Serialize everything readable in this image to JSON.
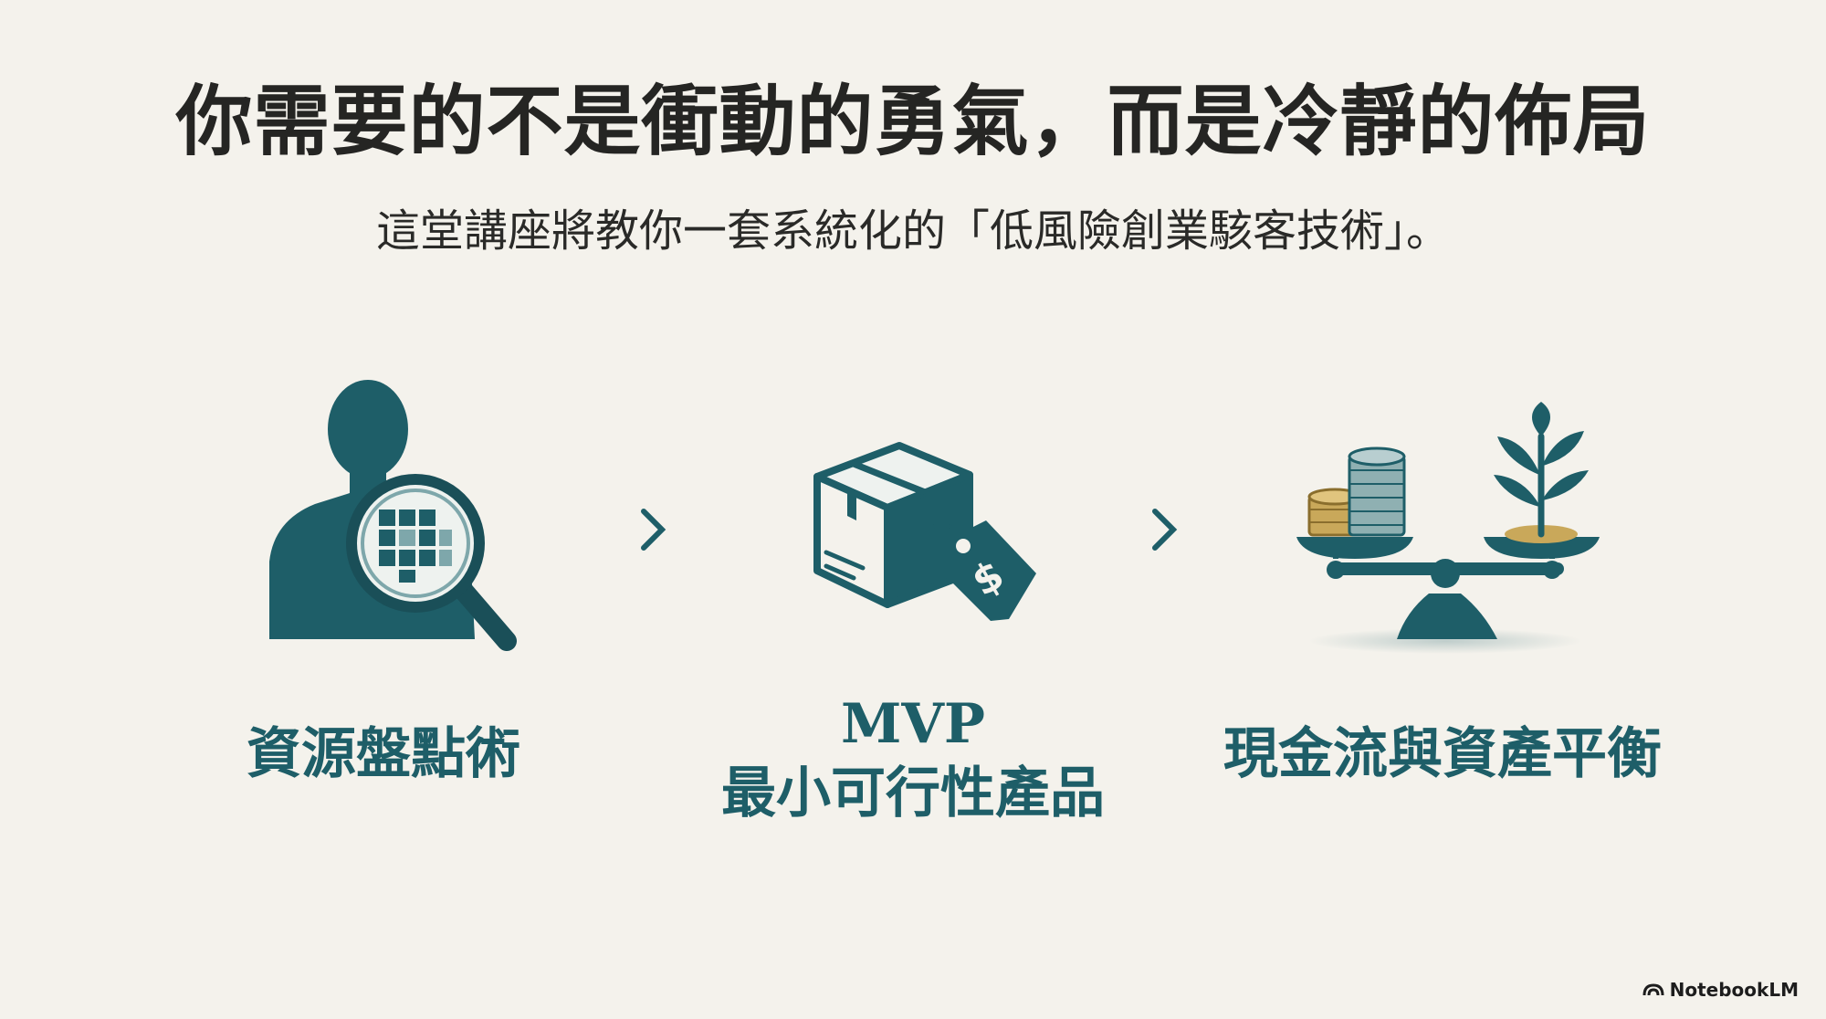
{
  "title": "你需要的不是衝動的勇氣，而是冷靜的佈局",
  "subtitle": "這堂講座將教你一套系統化的「低風險創業駭客技術」。",
  "steps": [
    {
      "label": "資源盤點術",
      "icon": "person-magnifier-icon"
    },
    {
      "label_line1": "MVP",
      "label_line2": "最小可行性產品",
      "icon": "box-price-tag-icon"
    },
    {
      "label": "現金流與資產平衡",
      "icon": "balance-scale-icon"
    }
  ],
  "colors": {
    "primary": "#1e5e68",
    "background": "#f4f2ec",
    "gold": "#c9a85a",
    "text": "#252523"
  },
  "watermark": "NotebookLM"
}
